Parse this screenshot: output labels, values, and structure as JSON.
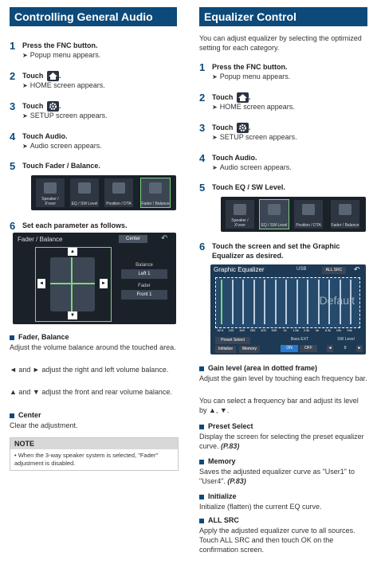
{
  "left": {
    "title": "Controlling General Audio",
    "steps": [
      {
        "num": "1",
        "text": "Press the FNC button.",
        "sub": "Popup menu appears."
      },
      {
        "num": "2",
        "text": "Touch",
        "sub": "HOME screen appears."
      },
      {
        "num": "3",
        "text": "Touch",
        "sub": "SETUP screen appears."
      },
      {
        "num": "4",
        "text": "Touch Audio.",
        "sub": "Audio screen appears."
      },
      {
        "num": "5",
        "text": "Touch Fader / Balance.",
        "sub": ""
      },
      {
        "num": "6",
        "text": "Set each parameter as follows.",
        "sub": ""
      }
    ],
    "menu": [
      "Speaker / X'over",
      "EQ / SW Level",
      "Position / DTA",
      "Fader / Balance"
    ],
    "fader_screen": {
      "title": "Fader / Balance",
      "center_btn": "Center",
      "balance_label": "Balance",
      "balance_value": "Left 1",
      "fader_label": "Fader",
      "fader_value": "Front 1"
    },
    "fader_head": "Fader, Balance",
    "fader_body1": "Adjust the volume balance around the touched area.",
    "fader_body2": "◄ and ► adjust the right and left volume balance.",
    "fader_body3": "▲ and ▼ adjust the front and rear volume balance.",
    "center_head": "Center",
    "center_body": "Clear the adjustment.",
    "note_head": "NOTE",
    "note_body": "• When the 3-way speaker system is selected, \"Fader\" adjustment is disabled."
  },
  "right": {
    "title": "Equalizer Control",
    "intro": "You can adjust equalizer by selecting the optimized setting for each category.",
    "steps": [
      {
        "num": "1",
        "text": "Press the FNC button.",
        "sub": "Popup menu appears."
      },
      {
        "num": "2",
        "text": "Touch",
        "sub": "HOME screen appears."
      },
      {
        "num": "3",
        "text": "Touch",
        "sub": "SETUP screen appears."
      },
      {
        "num": "4",
        "text": "Touch Audio.",
        "sub": "Audio screen appears."
      },
      {
        "num": "5",
        "text": "Touch EQ / SW Level.",
        "sub": ""
      },
      {
        "num": "6",
        "text": "Touch the screen and set the Graphic Equalizer as desired.",
        "sub": ""
      }
    ],
    "menu": [
      "Speaker / X'over",
      "EQ / SW Level",
      "Position / DTA",
      "Fader / Balance"
    ],
    "eq_screen": {
      "title": "Graphic Equalizer",
      "src": "USB",
      "all_src": "ALL SRC",
      "preset_name": "Default",
      "freqs": [
        "62.5",
        "100",
        "160",
        "250",
        "400",
        "630",
        "1k",
        "1.6k",
        "2.5k",
        "4k",
        "6.3k",
        "10k",
        "16k"
      ],
      "preset_select": "Preset Select",
      "initialize": "Initialize",
      "memory": "Memory",
      "bass_ext": "Bass EXT",
      "on": "ON",
      "off": "OFF",
      "sw_level": "SW Level",
      "sw_value": "0"
    },
    "sections": [
      {
        "head": "Gain level (area in dotted frame)",
        "body": "Adjust the gain level by touching each frequency bar."
      },
      {
        "head": "",
        "body": "You can select a frequency bar and adjust its level by ▲, ▼."
      },
      {
        "head": "Preset Select",
        "body": "Display the screen for selecting the preset equalizer curve.",
        "ref": "(P.83)"
      },
      {
        "head": "Memory",
        "body": "Saves the adjusted equalizer curve as \"User1\" to \"User4\".",
        "ref": "(P.83)"
      },
      {
        "head": "Initialize",
        "body": "Initialize (flatten) the current EQ curve."
      },
      {
        "head": "ALL SRC",
        "body": "Apply the adjusted equalizer curve to all sources. Touch ALL SRC and then touch OK on the confirmation screen."
      }
    ]
  },
  "colors": {
    "accent": "#0d4a7a",
    "screen": "#1b2129",
    "eq_bg": "#1d3954",
    "highlight": "#7bd67b"
  }
}
